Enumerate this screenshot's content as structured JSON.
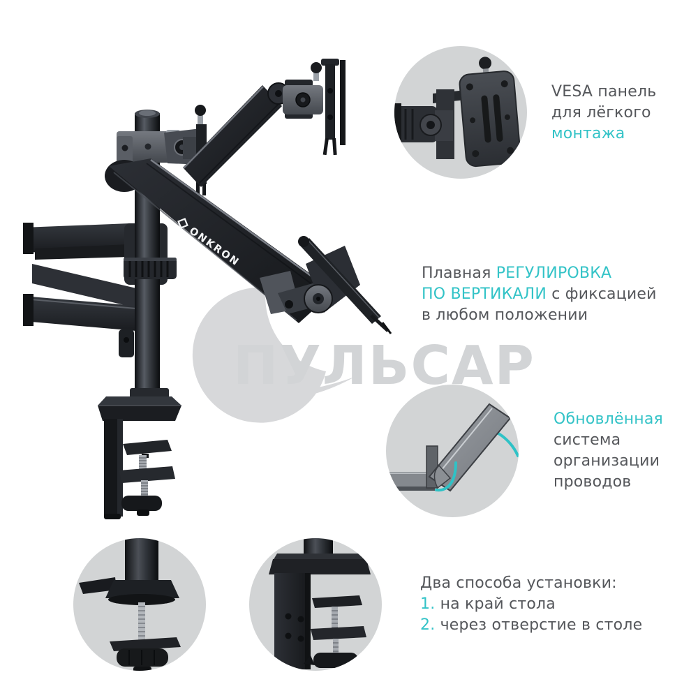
{
  "colors": {
    "accent": "#33c3c7",
    "body_text": "#55575b",
    "circle_background": "#d2d4d5",
    "watermark": "#d5d6d8",
    "product_dark": "#1b1d20"
  },
  "watermark": {
    "text": "ПУЛЬСАР"
  },
  "product": {
    "brand_label": "ONKRON"
  },
  "callouts": [
    {
      "name": "vesa-panel",
      "icon": "vesa-plate-photo",
      "lines": [
        [
          {
            "text": "VESA панель",
            "accent": false
          }
        ],
        [
          {
            "text": "для лёгкого",
            "accent": false
          }
        ],
        [
          {
            "text": "монтажа",
            "accent": true
          }
        ]
      ]
    },
    {
      "name": "vertical-adjustment",
      "lines": [
        [
          {
            "text": "Плавная ",
            "accent": false
          },
          {
            "text": "РЕГУЛИРОВКА",
            "accent": true
          }
        ],
        [
          {
            "text": "ПО ВЕРТИКАЛИ",
            "accent": true
          },
          {
            "text": " с фиксацией",
            "accent": false
          }
        ],
        [
          {
            "text": "в любом положении",
            "accent": false
          }
        ]
      ]
    },
    {
      "name": "cable-management",
      "icon": "cable-arm-photo",
      "lines": [
        [
          {
            "text": "Обновлённая",
            "accent": true
          }
        ],
        [
          {
            "text": "система",
            "accent": false
          }
        ],
        [
          {
            "text": "организации",
            "accent": false
          }
        ],
        [
          {
            "text": "проводов",
            "accent": false
          }
        ]
      ]
    },
    {
      "name": "mounting-options",
      "icon": "grommet-mount-photo,c-clamp-photo",
      "lines": [
        [
          {
            "text": "Два способа установки:",
            "accent": false
          }
        ],
        [
          {
            "text": "1.",
            "accent": true
          },
          {
            "text": " на край стола",
            "accent": false
          }
        ],
        [
          {
            "text": "2.",
            "accent": true
          },
          {
            "text": " через отверстие в столе",
            "accent": false
          }
        ]
      ]
    }
  ]
}
